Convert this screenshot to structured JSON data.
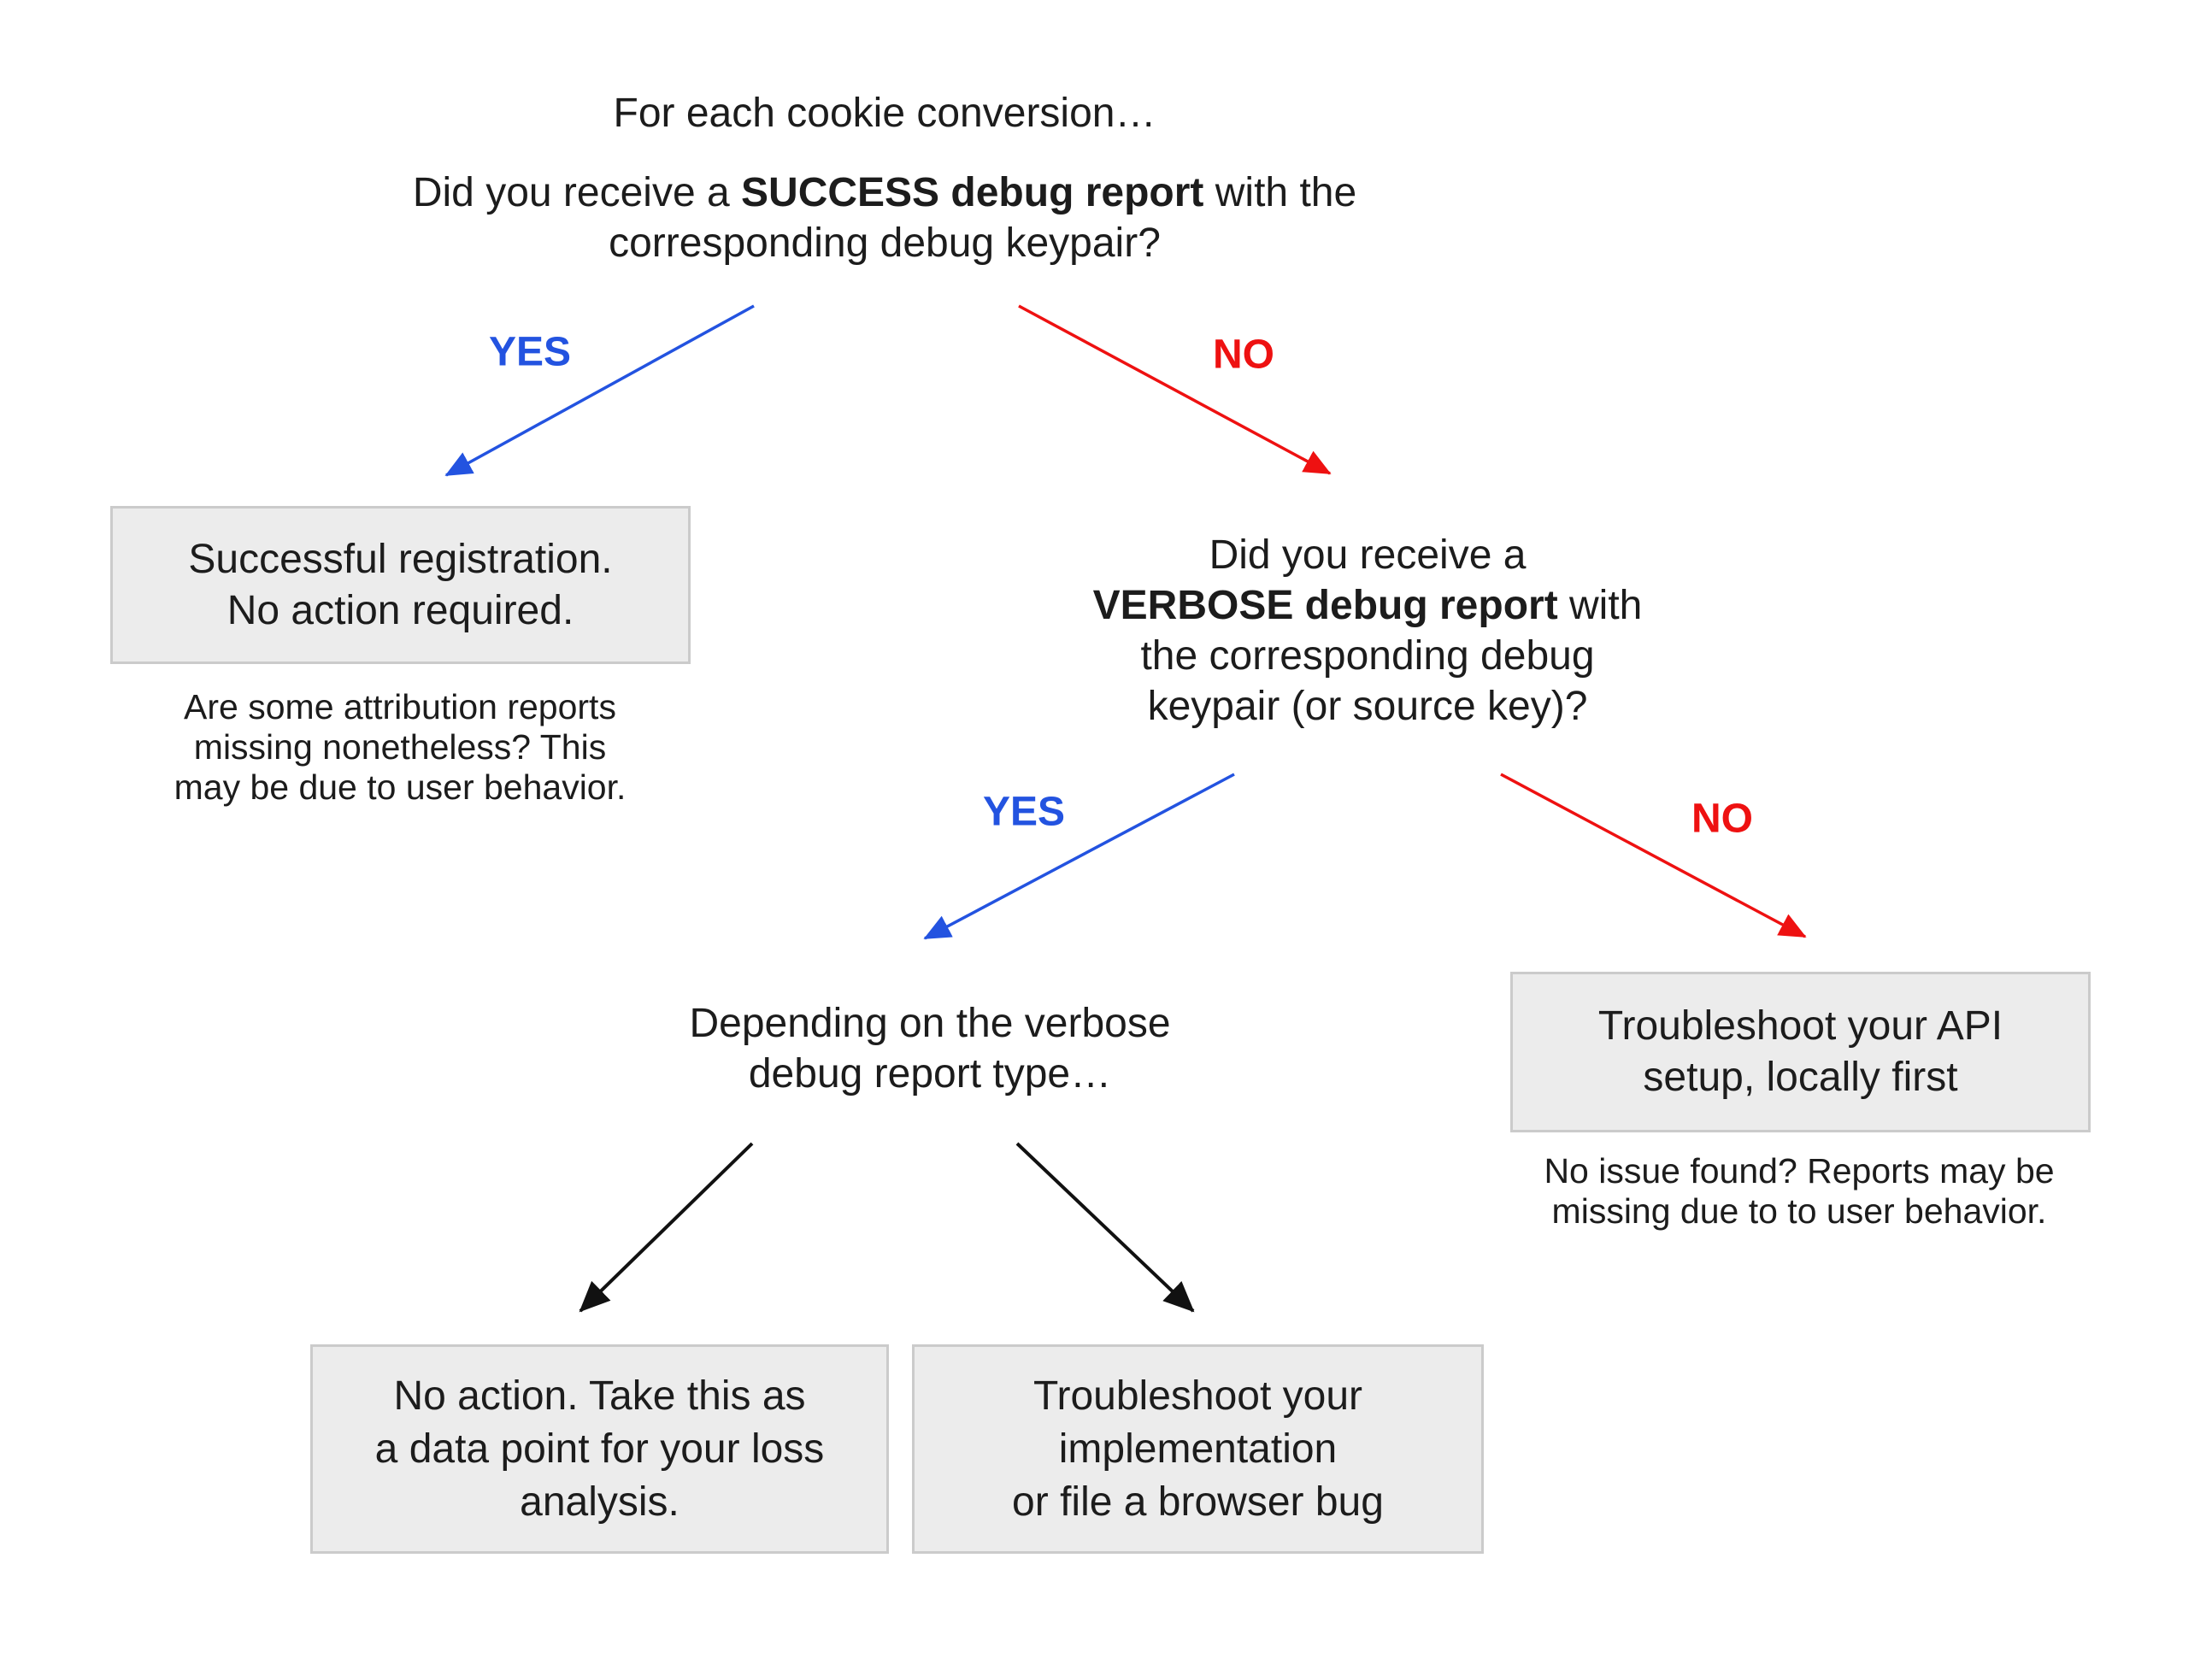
{
  "colors": {
    "yes": "#2353e0",
    "no": "#ee1111",
    "ink": "#1c1c1c",
    "box_fill": "#ececec",
    "box_border": "#cbcbcb",
    "arrow_black": "#111111"
  },
  "flowchart": {
    "title": "For each cookie conversion…",
    "q1": {
      "l1a": "Did you receive a ",
      "l1b": "SUCCESS debug report",
      "l1c": " with the",
      "l2": "corresponding debug keypair?"
    },
    "labels": {
      "yes1": "YES",
      "no1": "NO",
      "yes2": "YES",
      "no2": "NO"
    },
    "box_success": {
      "l1": "Successful registration.",
      "l2": "No action required."
    },
    "note_left": {
      "l1": "Are some attribution reports",
      "l2": "missing nonetheless? This",
      "l3": "may be due to user behavior."
    },
    "q2": {
      "l1": "Did you receive a",
      "l2b": "VERBOSE debug report",
      "l2c": " with",
      "l3": "the corresponding debug",
      "l4": "keypair (or source key)?"
    },
    "depending": {
      "l1": "Depending on the verbose",
      "l2": "debug report type…"
    },
    "box_api": {
      "l1": "Troubleshoot your API",
      "l2": "setup, locally first"
    },
    "note_right": {
      "l1": "No issue found? Reports may be",
      "l2": "missing due to to user behavior."
    },
    "box_no_action": {
      "l1": "No action. Take this as",
      "l2": "a data point for your loss",
      "l3": "analysis."
    },
    "box_impl": {
      "l1": "Troubleshoot your",
      "l2": "implementation",
      "l3": "or file a browser bug"
    }
  }
}
